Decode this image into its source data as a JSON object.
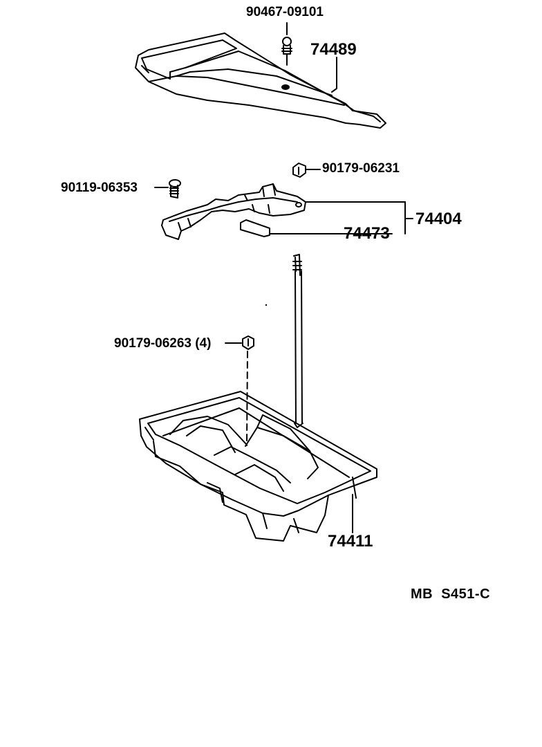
{
  "labels": {
    "p90467": "90467-09101",
    "p74489": "74489",
    "p90179a": "90179-06231",
    "p90119": "90119-06353",
    "p74404": "74404",
    "p74473": "74473",
    "p90179b": "90179-06263 (4)",
    "p74411": "74411"
  },
  "diagram_code": "MB  S451-C",
  "colors": {
    "line": "#000000",
    "background": "#ffffff"
  }
}
